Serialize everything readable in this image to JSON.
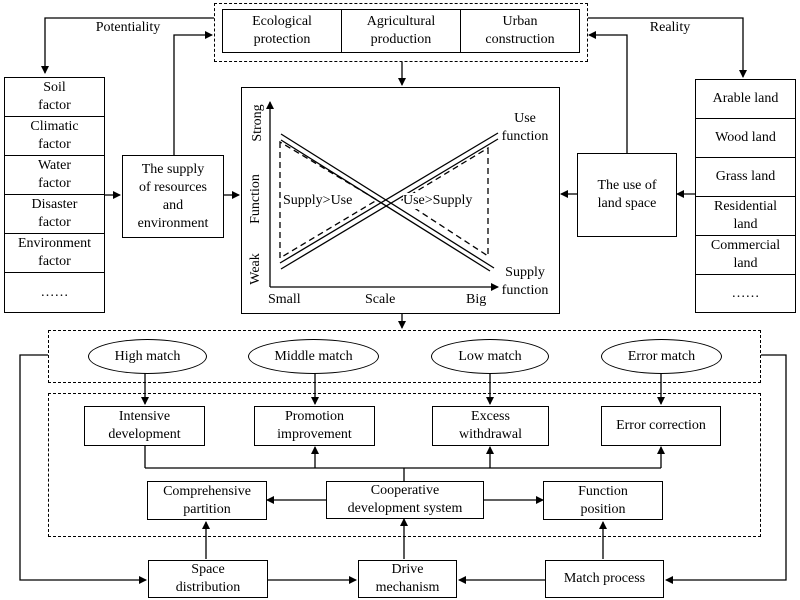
{
  "top_functions": [
    "Ecological\nprotection",
    "Agricultural\nproduction",
    "Urban\nconstruction"
  ],
  "potentiality_label": "Potentiality",
  "reality_label": "Reality",
  "left_factors": [
    "Soil\nfactor",
    "Climatic\nfactor",
    "Water\nfactor",
    "Disaster\nfactor",
    "Environment\nfactor",
    "……"
  ],
  "right_land": [
    "Arable land",
    "Wood land",
    "Grass land",
    "Residential\nland",
    "Commercial\nland",
    "……"
  ],
  "supply_box": "The supply\nof resources\nand\nenvironment",
  "use_box": "The use of\nland space",
  "chart": {
    "y_strong": "Strong",
    "y_function": "Function",
    "y_weak": "Weak",
    "x_small": "Small",
    "x_scale": "Scale",
    "x_big": "Big",
    "use_function": "Use\nfunction",
    "supply_function": "Supply\nfunction",
    "supply_gt_use": "Supply>Use",
    "use_gt_supply": "Use>Supply"
  },
  "matches": [
    "High match",
    "Middle match",
    "Low match",
    "Error match"
  ],
  "responses": [
    "Intensive\ndevelopment",
    "Promotion\nimprovement",
    "Excess\nwithdrawal",
    "Error correction"
  ],
  "system": {
    "left": "Comprehensive\npartition",
    "center": "Cooperative\ndevelopment system",
    "right": "Function\nposition"
  },
  "bottom": {
    "left": "Space\ndistribution",
    "center": "Drive\nmechanism",
    "right": "Match process"
  }
}
